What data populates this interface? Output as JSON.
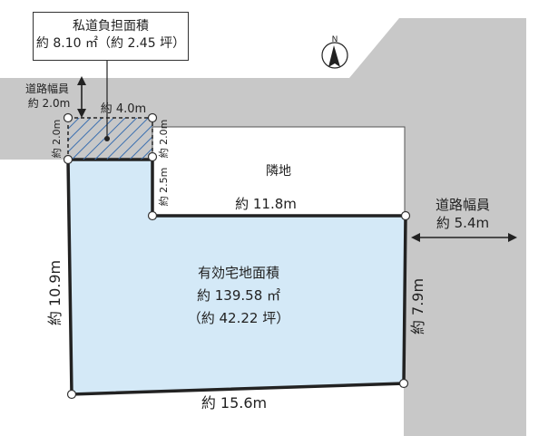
{
  "private_road_burden": {
    "title": "私道負担面積",
    "area": "約 8.10 ㎡（約 2.45 坪）"
  },
  "road_width_upper": {
    "line1": "道路幅員",
    "line2": "約 2.0m"
  },
  "road_width_right": {
    "line1": "道路幅員",
    "line2": "約 5.4m"
  },
  "neighbor_label": "隣地",
  "effective_land": {
    "title": "有効宅地面積",
    "area_sqm": "約 139.58 ㎡",
    "area_tsubo": "（約 42.22 坪）"
  },
  "dimensions": {
    "strip_top": "約 4.0m",
    "strip_left": "約 2.0m",
    "strip_right": "約 2.0m",
    "step_vertical": "約 2.5m",
    "step_horizontal": "約 11.8m",
    "left_side": "約 10.9m",
    "right_side": "約 7.9m",
    "bottom_side": "約 15.6m"
  },
  "north_symbol": "N",
  "colors": {
    "road": "#c8c8c8",
    "lot_fill": "#d4e9f7",
    "hatch": "#3a6fb0",
    "outline": "#222222"
  }
}
